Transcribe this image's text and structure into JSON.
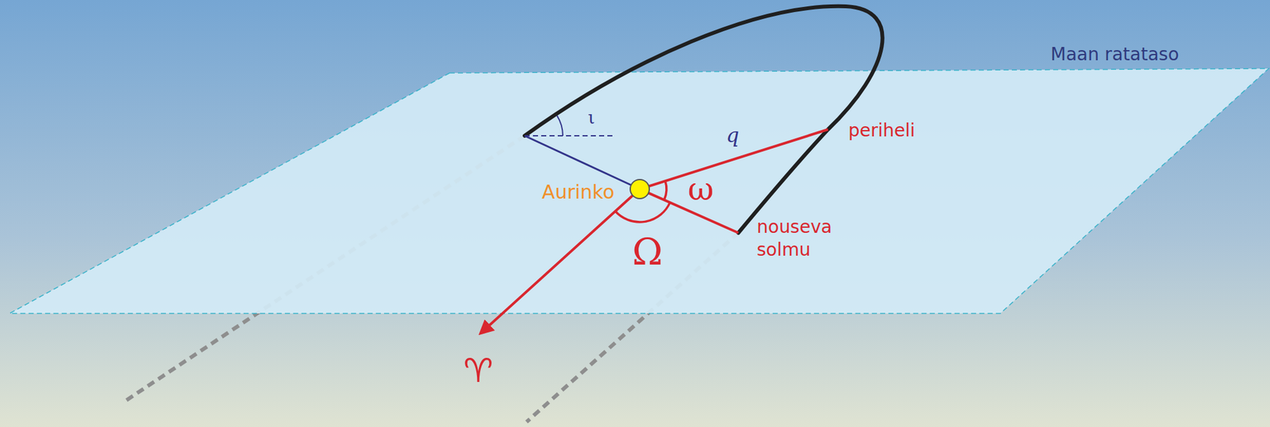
{
  "diagram": {
    "labels": [
      "Maan ratataso",
      "ι",
      "q",
      "periheli",
      "Aurinko",
      "ω",
      "nouseva solmu",
      "Ω",
      "♈"
    ]
  }
}
